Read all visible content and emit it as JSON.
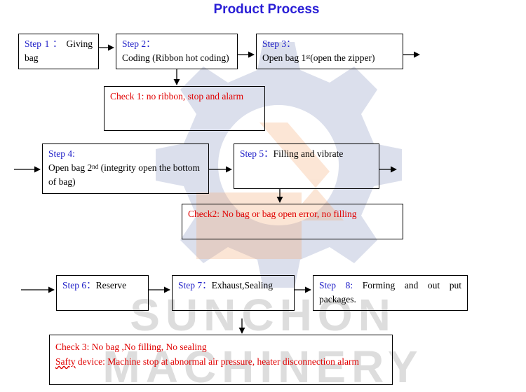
{
  "title": "Product Process",
  "watermark": {
    "line1": "SUNCHON",
    "line2": "MACHINERY"
  },
  "colors": {
    "title": "#2a1fd6",
    "step_label": "#2020c8",
    "check_text": "#e00000"
  },
  "steps": {
    "s1": {
      "label": "Step 1 ：",
      "line1_rest": "Giving",
      "line2": "bag"
    },
    "s2": {
      "label": "Step 2：",
      "line2": "Coding (Ribbon hot coding)"
    },
    "s3": {
      "label": "Step 3：",
      "line2_pre": "Open bag 1",
      "line2_sup": "st",
      "line2_post": "(open the zipper)"
    },
    "s4": {
      "label": "Step 4:",
      "line2_pre": "Open bag 2",
      "line2_sup": "nd",
      "line2_post": " (integrity open the bottom",
      "line3": "of bag)"
    },
    "s5": {
      "label": "Step 5：",
      "rest": "Filling and vibrate"
    },
    "s6": {
      "label": "Step 6：",
      "rest": "Reserve"
    },
    "s7": {
      "label": "Step 7：",
      "rest": "Exhaust,Sealing"
    },
    "s8": {
      "label": "Step 8:",
      "line1_rest": "Forming and out put",
      "line2": "packages."
    }
  },
  "checks": {
    "c1": "Check 1: no ribbon, stop and alarm",
    "c2": "Check2: No bag or bag open error, no filling",
    "c3_line1": "Check 3: No bag ,No filling, No sealing",
    "c3_line2_underlined": "Safty",
    "c3_line2_rest": " device: Machine stop at abnormal air pressure, heater disconnection alarm"
  }
}
